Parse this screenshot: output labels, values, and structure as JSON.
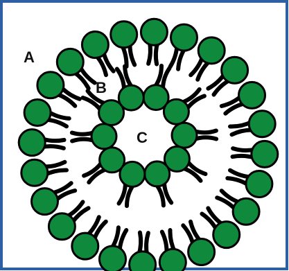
{
  "labels": {
    "outer": "A",
    "middle": "B",
    "center": "C"
  },
  "colors": {
    "frame": "#2f5fa3",
    "head": "#0f8a3c",
    "head_stroke": "#000000",
    "tail": "#000000",
    "background": "#ffffff"
  },
  "structure": {
    "outer_layer_heads": 24,
    "inner_layer_heads": 10,
    "tails_per_head": 2
  }
}
